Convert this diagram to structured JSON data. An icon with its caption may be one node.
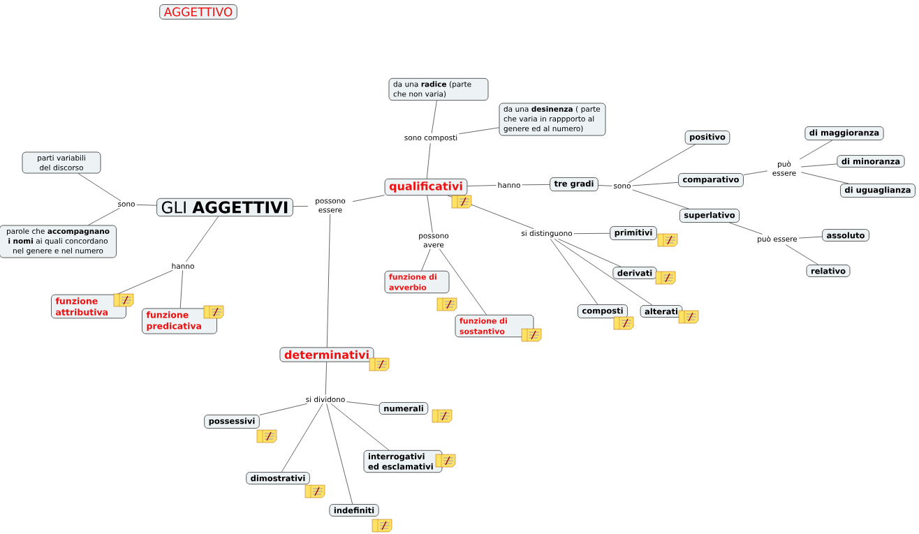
{
  "diagram": {
    "nodes": [
      {
        "text": [
          "AGGETTIVO"
        ]
      },
      {
        "text": [
          "GLI **AGGETTIVI**"
        ]
      },
      {
        "text": [
          "parti variabili del discorso"
        ]
      },
      {
        "text": [
          "sono"
        ]
      },
      {
        "text": [
          "parole che **accompagnano i nomi** ai quali concordano nel genere e nel numero"
        ]
      },
      {
        "text": [
          "hanno"
        ]
      },
      {
        "text": [
          "funzione attributiva"
        ]
      },
      {
        "text": [
          "funzione predicativa"
        ]
      },
      {
        "text": [
          "possono essere"
        ]
      },
      {
        "text": [
          "qualificativi"
        ]
      },
      {
        "text": [
          "determinativi"
        ]
      },
      {
        "text": [
          "sono composti"
        ]
      },
      {
        "text": [
          "da una **radice** (parte che non varia)"
        ]
      },
      {
        "text": [
          "da una **desinenza** ( parte che varia in rappporto al genere ed al numero)"
        ]
      },
      {
        "text": [
          "hanno"
        ]
      },
      {
        "text": [
          "tre gradi"
        ]
      },
      {
        "text": [
          "sono"
        ]
      },
      {
        "text": [
          "positivo"
        ]
      },
      {
        "text": [
          "comparativo"
        ]
      },
      {
        "text": [
          "superlativo"
        ]
      },
      {
        "text": [
          "può essere"
        ]
      },
      {
        "text": [
          "di maggioranza"
        ]
      },
      {
        "text": [
          "di minoranza"
        ]
      },
      {
        "text": [
          "di uguaglianza"
        ]
      },
      {
        "text": [
          "può essere"
        ]
      },
      {
        "text": [
          "assoluto"
        ]
      },
      {
        "text": [
          "relativo"
        ]
      },
      {
        "text": [
          "possono avere"
        ]
      },
      {
        "text": [
          "funzione di avverbio"
        ]
      },
      {
        "text": [
          "funzione di sostantivo"
        ]
      },
      {
        "text": [
          "si distinguono"
        ]
      },
      {
        "text": [
          "primitivi"
        ]
      },
      {
        "text": [
          "derivati"
        ]
      },
      {
        "text": [
          "composti"
        ]
      },
      {
        "text": [
          "alterati"
        ]
      },
      {
        "text": [
          "si dividono"
        ]
      },
      {
        "text": [
          "numerali"
        ]
      },
      {
        "text": [
          "possessivi"
        ]
      },
      {
        "text": [
          "interrogativi ed esclamativi"
        ]
      },
      {
        "text": [
          "dimostrativi"
        ]
      },
      {
        "text": [
          "indefiniti"
        ]
      }
    ],
    "edges": [
      {
        "from": 1,
        "to": 3,
        "arrow": "none"
      },
      {
        "from": 3,
        "to": 2,
        "arrow": "none"
      },
      {
        "from": 3,
        "to": 4,
        "arrow": "none"
      },
      {
        "from": 1,
        "to": 5,
        "arrow": "none"
      },
      {
        "from": 5,
        "to": 6,
        "arrow": "none"
      },
      {
        "from": 5,
        "to": 7,
        "arrow": "none"
      },
      {
        "from": 1,
        "to": 8,
        "arrow": "none"
      },
      {
        "from": 8,
        "to": 9,
        "arrow": "none"
      },
      {
        "from": 8,
        "to": 10,
        "arrow": "none"
      },
      {
        "from": 9,
        "to": 11,
        "arrow": "none"
      },
      {
        "from": 11,
        "to": 12,
        "arrow": "none"
      },
      {
        "from": 11,
        "to": 13,
        "arrow": "none"
      },
      {
        "from": 9,
        "to": 14,
        "arrow": "none"
      },
      {
        "from": 14,
        "to": 15,
        "arrow": "none"
      },
      {
        "from": 15,
        "to": 16,
        "arrow": "none"
      },
      {
        "from": 16,
        "to": 17,
        "arrow": "none"
      },
      {
        "from": 16,
        "to": 18,
        "arrow": "none"
      },
      {
        "from": 16,
        "to": 19,
        "arrow": "none"
      },
      {
        "from": 18,
        "to": 20,
        "arrow": "none"
      },
      {
        "from": 20,
        "to": 21,
        "arrow": "none"
      },
      {
        "from": 20,
        "to": 22,
        "arrow": "none"
      },
      {
        "from": 20,
        "to": 23,
        "arrow": "none"
      },
      {
        "from": 19,
        "to": 24,
        "arrow": "none"
      },
      {
        "from": 24,
        "to": 25,
        "arrow": "none"
      },
      {
        "from": 24,
        "to": 26,
        "arrow": "none"
      },
      {
        "from": 9,
        "to": 27,
        "arrow": "none"
      },
      {
        "from": 27,
        "to": 28,
        "arrow": "none"
      },
      {
        "from": 27,
        "to": 29,
        "arrow": "none"
      },
      {
        "from": 9,
        "to": 30,
        "arrow": "none"
      },
      {
        "from": 30,
        "to": 31,
        "arrow": "none"
      },
      {
        "from": 30,
        "to": 32,
        "arrow": "none"
      },
      {
        "from": 30,
        "to": 33,
        "arrow": "none"
      },
      {
        "from": 30,
        "to": 34,
        "arrow": "none"
      },
      {
        "from": 10,
        "to": 35,
        "arrow": "none"
      },
      {
        "from": 35,
        "to": 36,
        "arrow": "none"
      },
      {
        "from": 35,
        "to": 37,
        "arrow": "none"
      },
      {
        "from": 35,
        "to": 38,
        "arrow": "none"
      },
      {
        "from": 35,
        "to": 39,
        "arrow": "none"
      },
      {
        "from": 35,
        "to": 40,
        "arrow": "none"
      }
    ]
  }
}
